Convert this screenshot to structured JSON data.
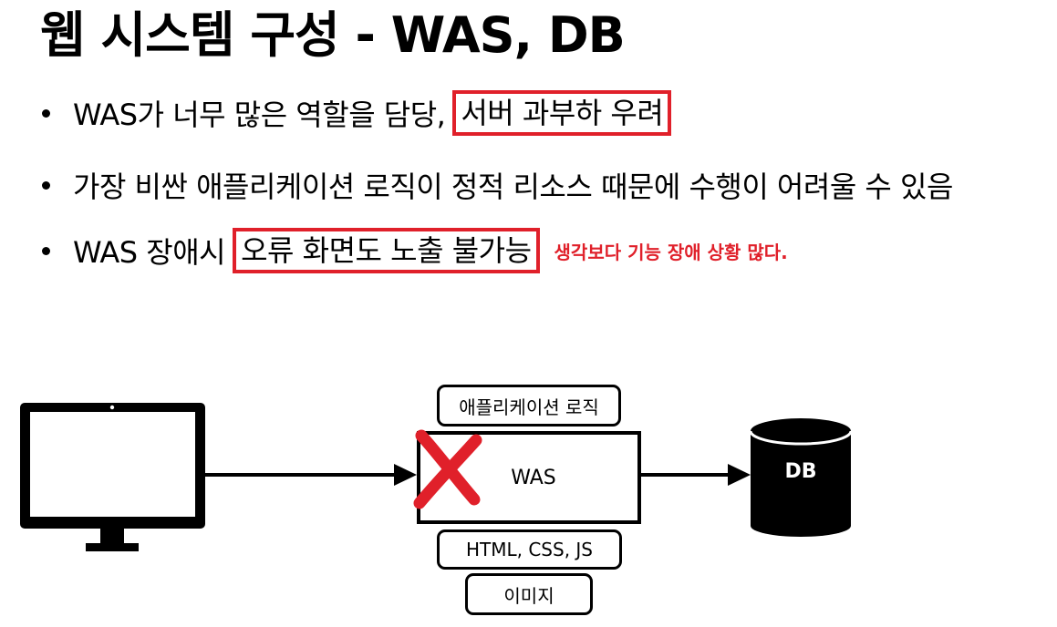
{
  "title": "웹 시스템 구성 - WAS, DB",
  "bullets": [
    {
      "text": "WAS가 너무 많은 역할을 담당,",
      "highlight": "서버 과부하 우려"
    },
    {
      "text": "가장 비싼 애플리케이션 로직이 정적 리소스 때문에 수행이 어려울 수 있음"
    },
    {
      "text": "WAS 장애시",
      "highlight": "오류 화면도 노출 불가능",
      "note": "생각보다 기능 장애 상황 많다."
    }
  ],
  "diagram": {
    "app_logic_label": "애플리케이션 로직",
    "was_label": "WAS",
    "static_label": "HTML, CSS, JS",
    "image_label": "이미지",
    "db_label": "DB"
  },
  "colors": {
    "accent": "#e0202a",
    "text": "#000000"
  },
  "icons": [
    "monitor-icon",
    "arrow-right-icon",
    "x-mark-icon",
    "database-icon"
  ]
}
